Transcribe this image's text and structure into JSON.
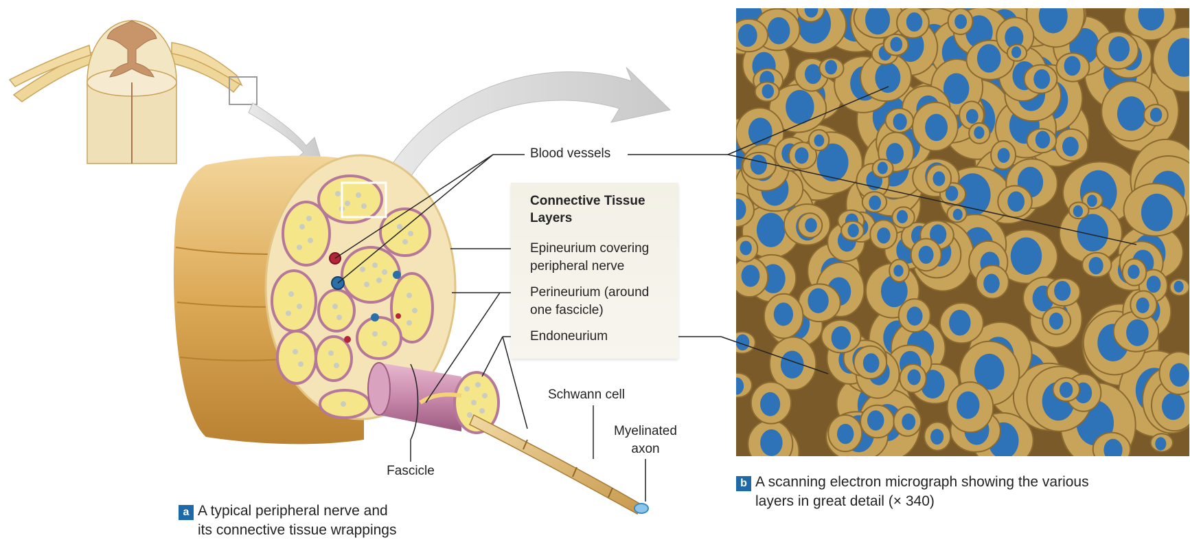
{
  "labels": {
    "blood_vessels": "Blood vessels",
    "box_title": "Connective Tissue Layers",
    "epineurium": [
      "Epineurium covering",
      "peripheral nerve"
    ],
    "perineurium": [
      "Perineurium (around",
      "one fascicle)"
    ],
    "endoneurium": "Endoneurium",
    "schwann_cell": "Schwann cell",
    "myelinated_axon": [
      "Myelinated",
      "axon"
    ],
    "fascicle": "Fascicle"
  },
  "captions": {
    "a": {
      "badge": "a",
      "lines": [
        "A typical peripheral nerve and",
        "its connective tissue wrappings"
      ]
    },
    "b": {
      "badge": "b",
      "lines": [
        "A scanning electron micrograph showing the various",
        "layers in great detail (× 340)"
      ]
    }
  },
  "colors": {
    "nerve_gold": "#e0b565",
    "epineurium_cream": "#f4e4b8",
    "perineurium_pink": "#b5779a",
    "fascicle_yellow": "#f5e68a",
    "axon_grey": "#c4c8c0",
    "artery_red": "#b3263a",
    "vein_blue": "#2a6fa8",
    "micrograph_tan": "#c8a35a",
    "micrograph_blue": "#2e72b8",
    "badge_blue": "#1e6aa8",
    "arrow_grey": "#d3d3d3"
  }
}
